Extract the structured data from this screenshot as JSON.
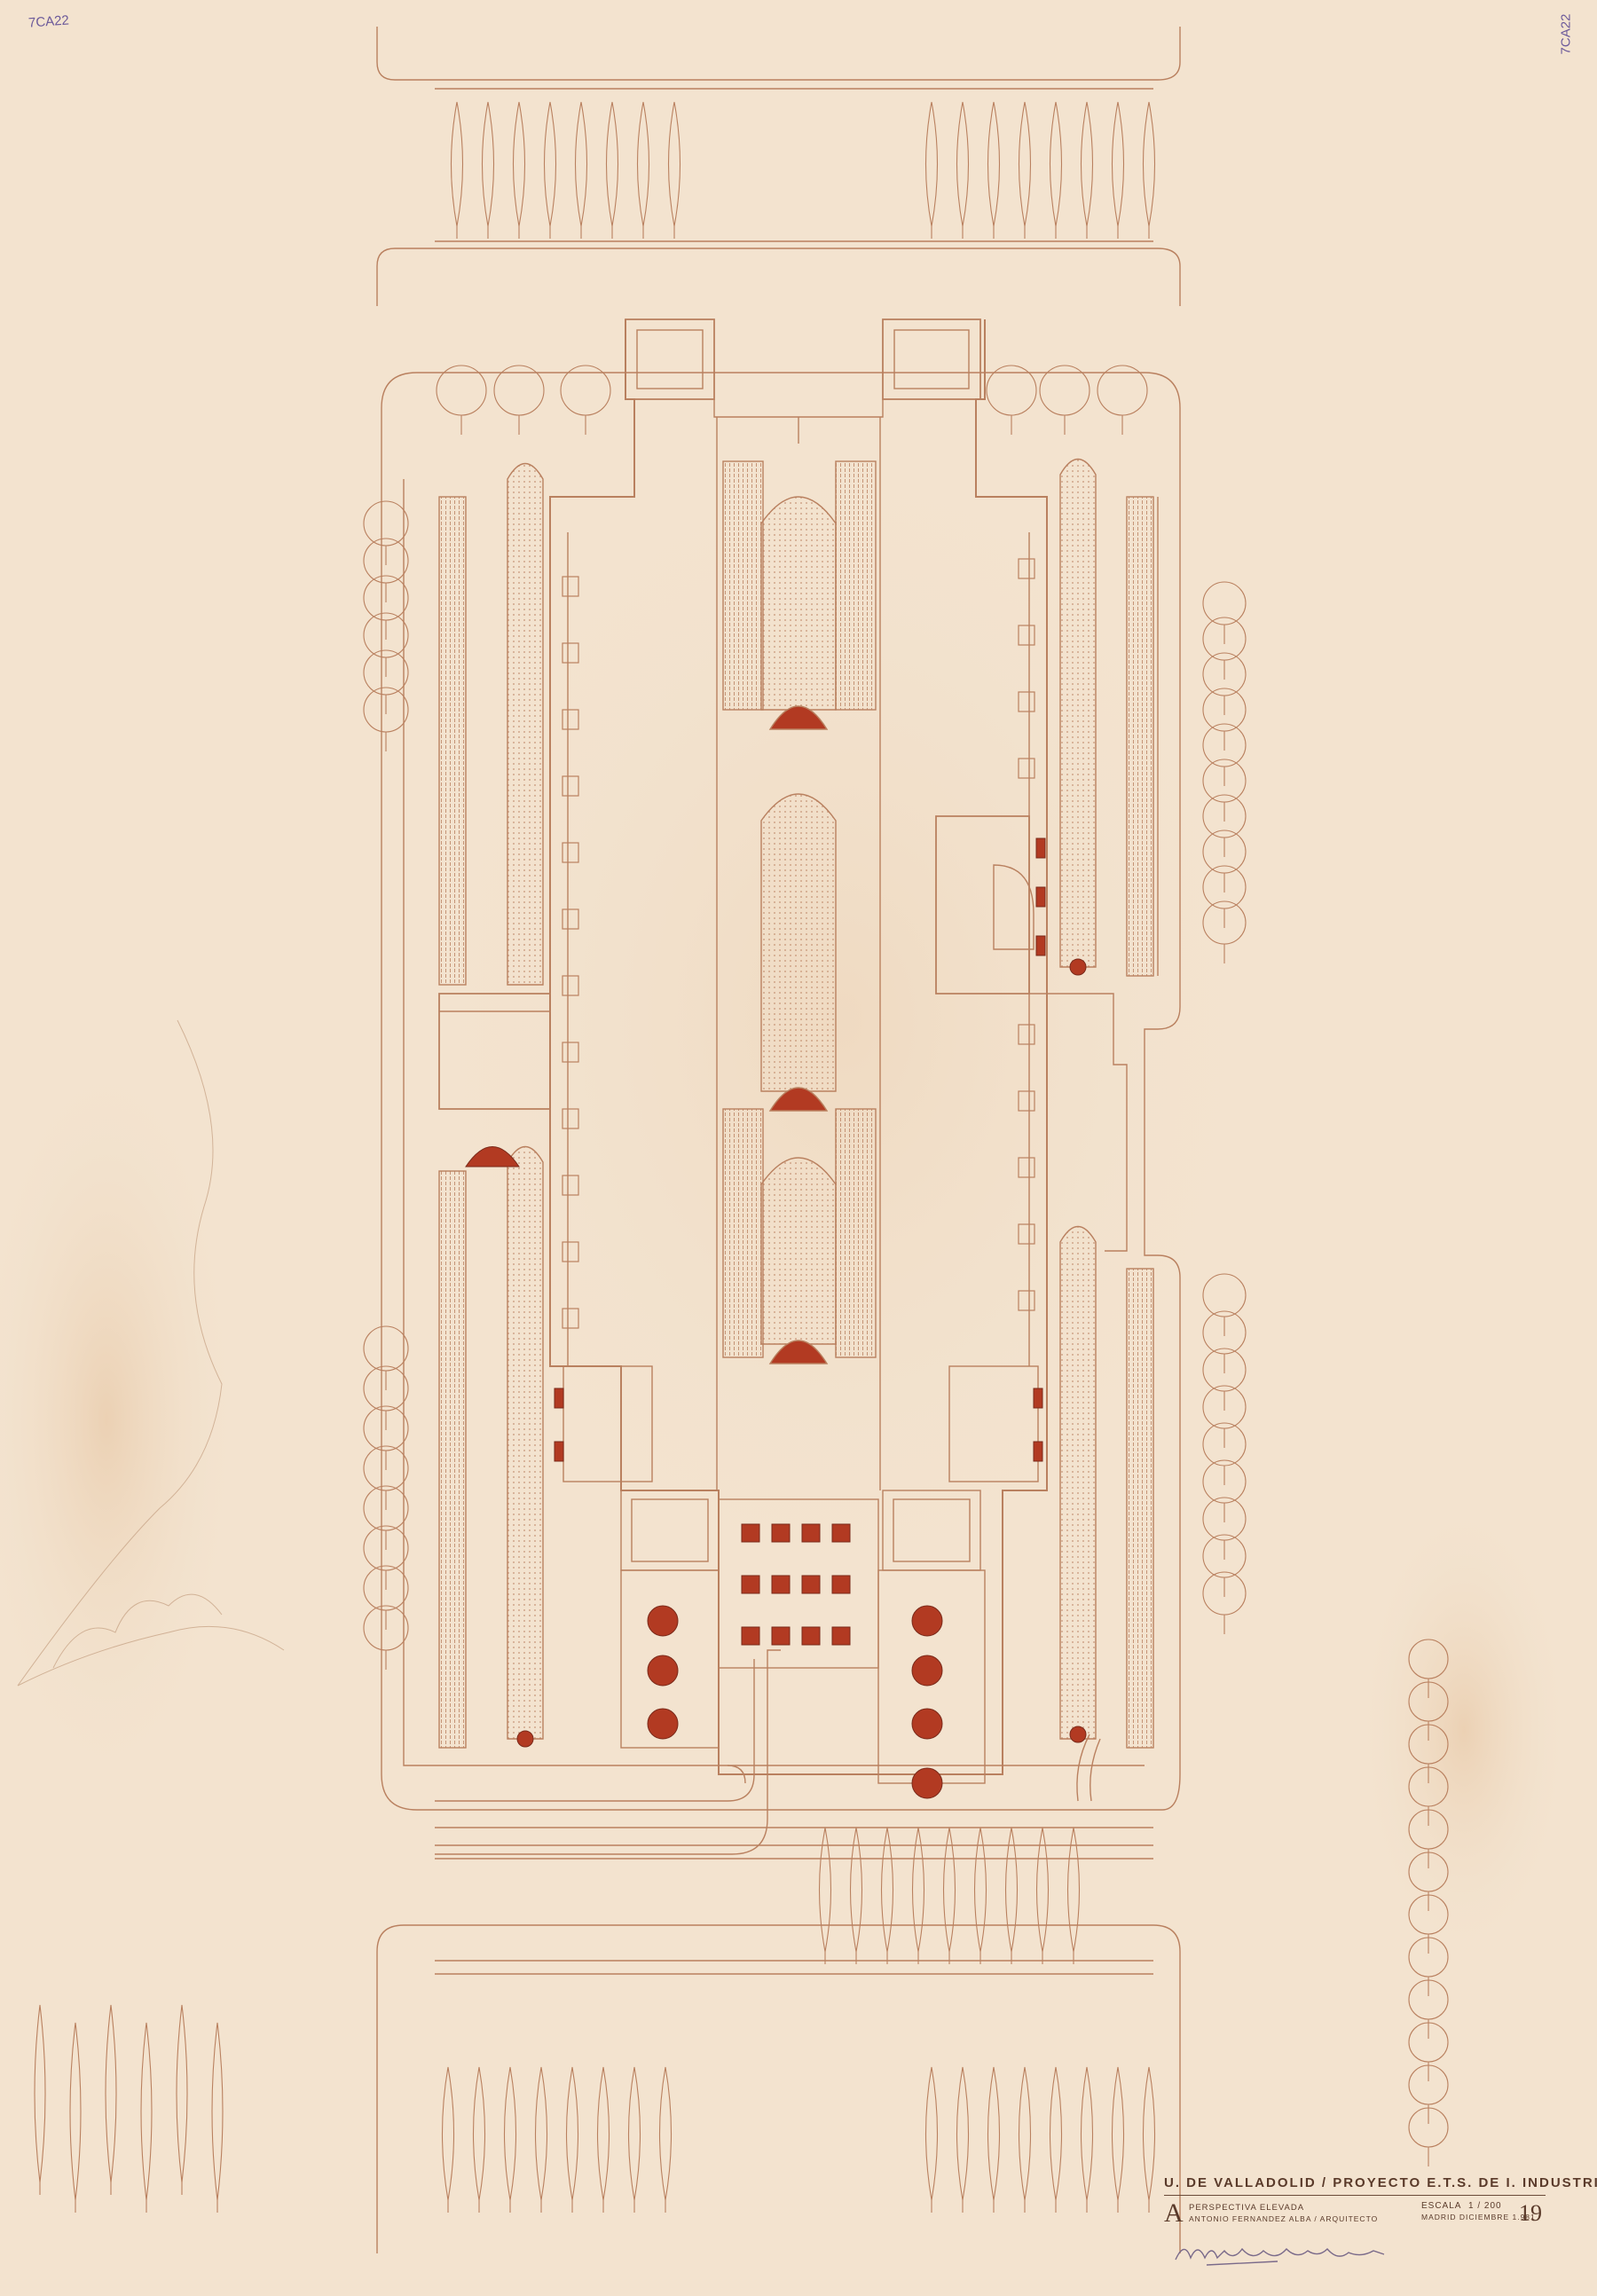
{
  "drawing": {
    "line_color": "#b9805f",
    "accent_color": "#b23a22",
    "paper_color": "#f3e3cf"
  },
  "inventory_marks": {
    "top_left": "7CA22",
    "top_right": "7CA22"
  },
  "title_block": {
    "title": "U. DE VALLADOLID / PROYECTO E.T.S. DE I. INDUSTRIALES",
    "letter": "A",
    "drawing_name": "PERSPECTIVA ELEVADA",
    "author": "ANTONIO FERNANDEZ ALBA / ARQUITECTO",
    "scale_label": "ESCALA",
    "scale_value": "1 / 200",
    "place_date": "MADRID DICIEMBRE 1.981",
    "sheet_number": "19"
  }
}
